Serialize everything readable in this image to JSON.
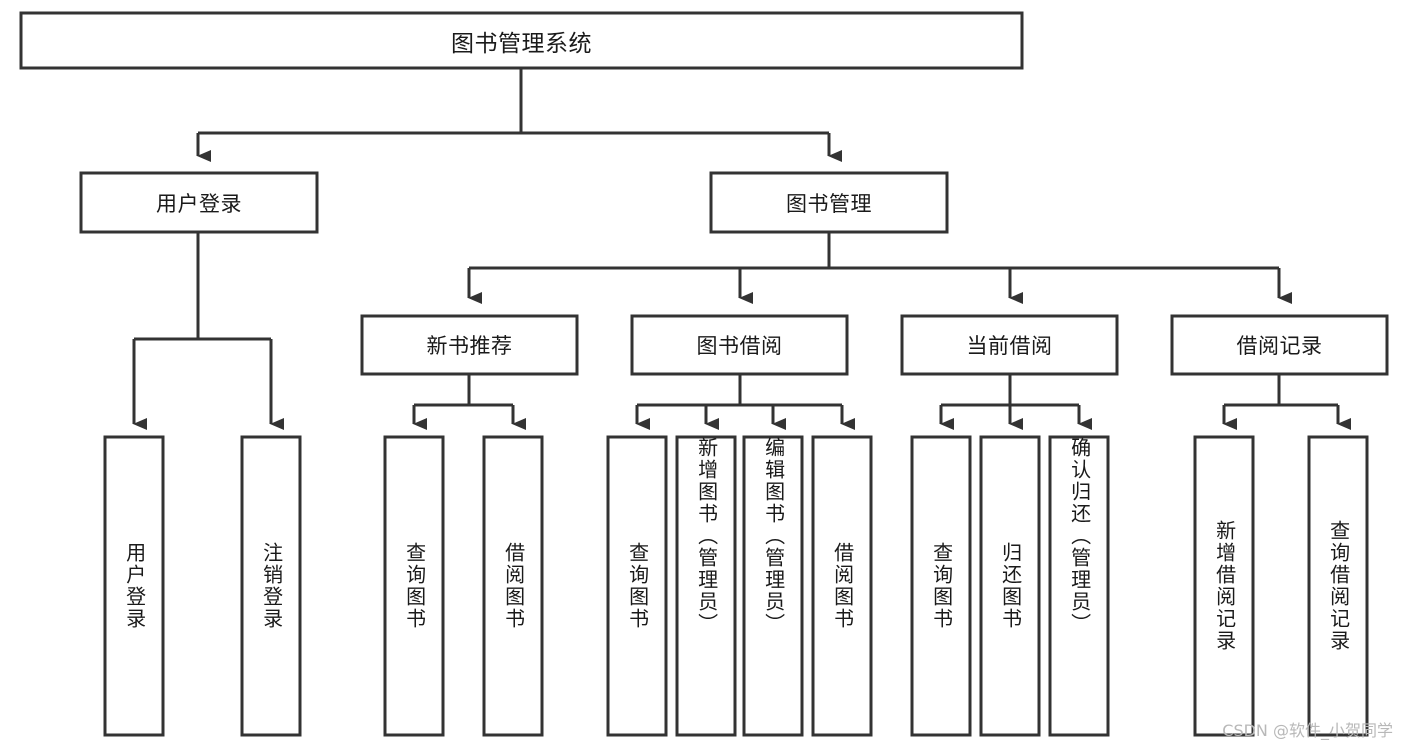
{
  "diagram": {
    "title": "图书管理系统",
    "type": "tree-hierarchy-chart",
    "root": {
      "label": "图书管理系统"
    },
    "level2": [
      {
        "label": "用户登录"
      },
      {
        "label": "图书管理"
      }
    ],
    "level3": [
      {
        "label": "新书推荐"
      },
      {
        "label": "图书借阅"
      },
      {
        "label": "当前借阅"
      },
      {
        "label": "借阅记录"
      }
    ],
    "leaves": {
      "user_login": [
        {
          "label": "用户登录"
        },
        {
          "label": "注销登录"
        }
      ],
      "new_book_recommend": [
        {
          "label": "查询图书"
        },
        {
          "label": "借阅图书"
        }
      ],
      "book_borrow": [
        {
          "label": "查询图书"
        },
        {
          "label": "新增图书（管理员）"
        },
        {
          "label": "编辑图书（管理员）"
        },
        {
          "label": "借阅图书"
        }
      ],
      "current_borrow": [
        {
          "label": "查询图书"
        },
        {
          "label": "归还图书"
        },
        {
          "label": "确认归还（管理员）"
        }
      ],
      "borrow_record": [
        {
          "label": "新增借阅记录"
        },
        {
          "label": "查询借阅记录"
        }
      ]
    }
  },
  "watermark": {
    "text": "CSDN @软件_小贺同学"
  },
  "colors": {
    "box_stroke": "#333333",
    "box_fill": "#ffffff",
    "text": "#1a1a1a",
    "watermark": "#b8b8b8",
    "background": "#ffffff"
  }
}
